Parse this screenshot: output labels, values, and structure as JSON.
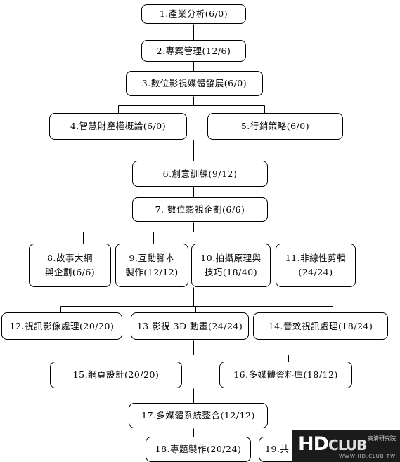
{
  "nodes": [
    {
      "id": "n1",
      "label": "1.產業分析(6/0)"
    },
    {
      "id": "n2",
      "label": "2.專案管理(12/6)"
    },
    {
      "id": "n3",
      "label": "3.數位影視媒體發展(6/0)"
    },
    {
      "id": "n4",
      "label": "4.智慧財產權概論(6/0)"
    },
    {
      "id": "n5",
      "label": "5.行銷策略(6/0)"
    },
    {
      "id": "n6",
      "label": "6.創意訓練(9/12)"
    },
    {
      "id": "n7",
      "label": "7.  數位影視企劃(6/6)"
    },
    {
      "id": "n8",
      "label": "8.故事大綱\n與企劃(6/6)"
    },
    {
      "id": "n9",
      "label": "9.互動腳本\n製作(12/12)"
    },
    {
      "id": "n10",
      "label": "10.拍攝原理與\n技巧(18/40)"
    },
    {
      "id": "n11",
      "label": "11.非線性剪輯\n(24/24)"
    },
    {
      "id": "n12",
      "label": "12.視訊影像處理(20/20)"
    },
    {
      "id": "n13",
      "label": "13.影視 3D 動畫(24/24)"
    },
    {
      "id": "n14",
      "label": "14.音效視訊處理(18/24)"
    },
    {
      "id": "n15",
      "label": "15.網頁設計(20/20)"
    },
    {
      "id": "n16",
      "label": "16.多媒體資料庫(18/12)"
    },
    {
      "id": "n17",
      "label": "17.多媒體系統整合(12/12)"
    },
    {
      "id": "n18",
      "label": "18.專題製作(20/24)"
    },
    {
      "id": "n19",
      "label": "19.共"
    }
  ],
  "watermark": {
    "brand": "HD",
    "brand_suffix": "CLUB",
    "tagline": "高清研究院",
    "url": "WWW.HD.CLUB.TW"
  }
}
